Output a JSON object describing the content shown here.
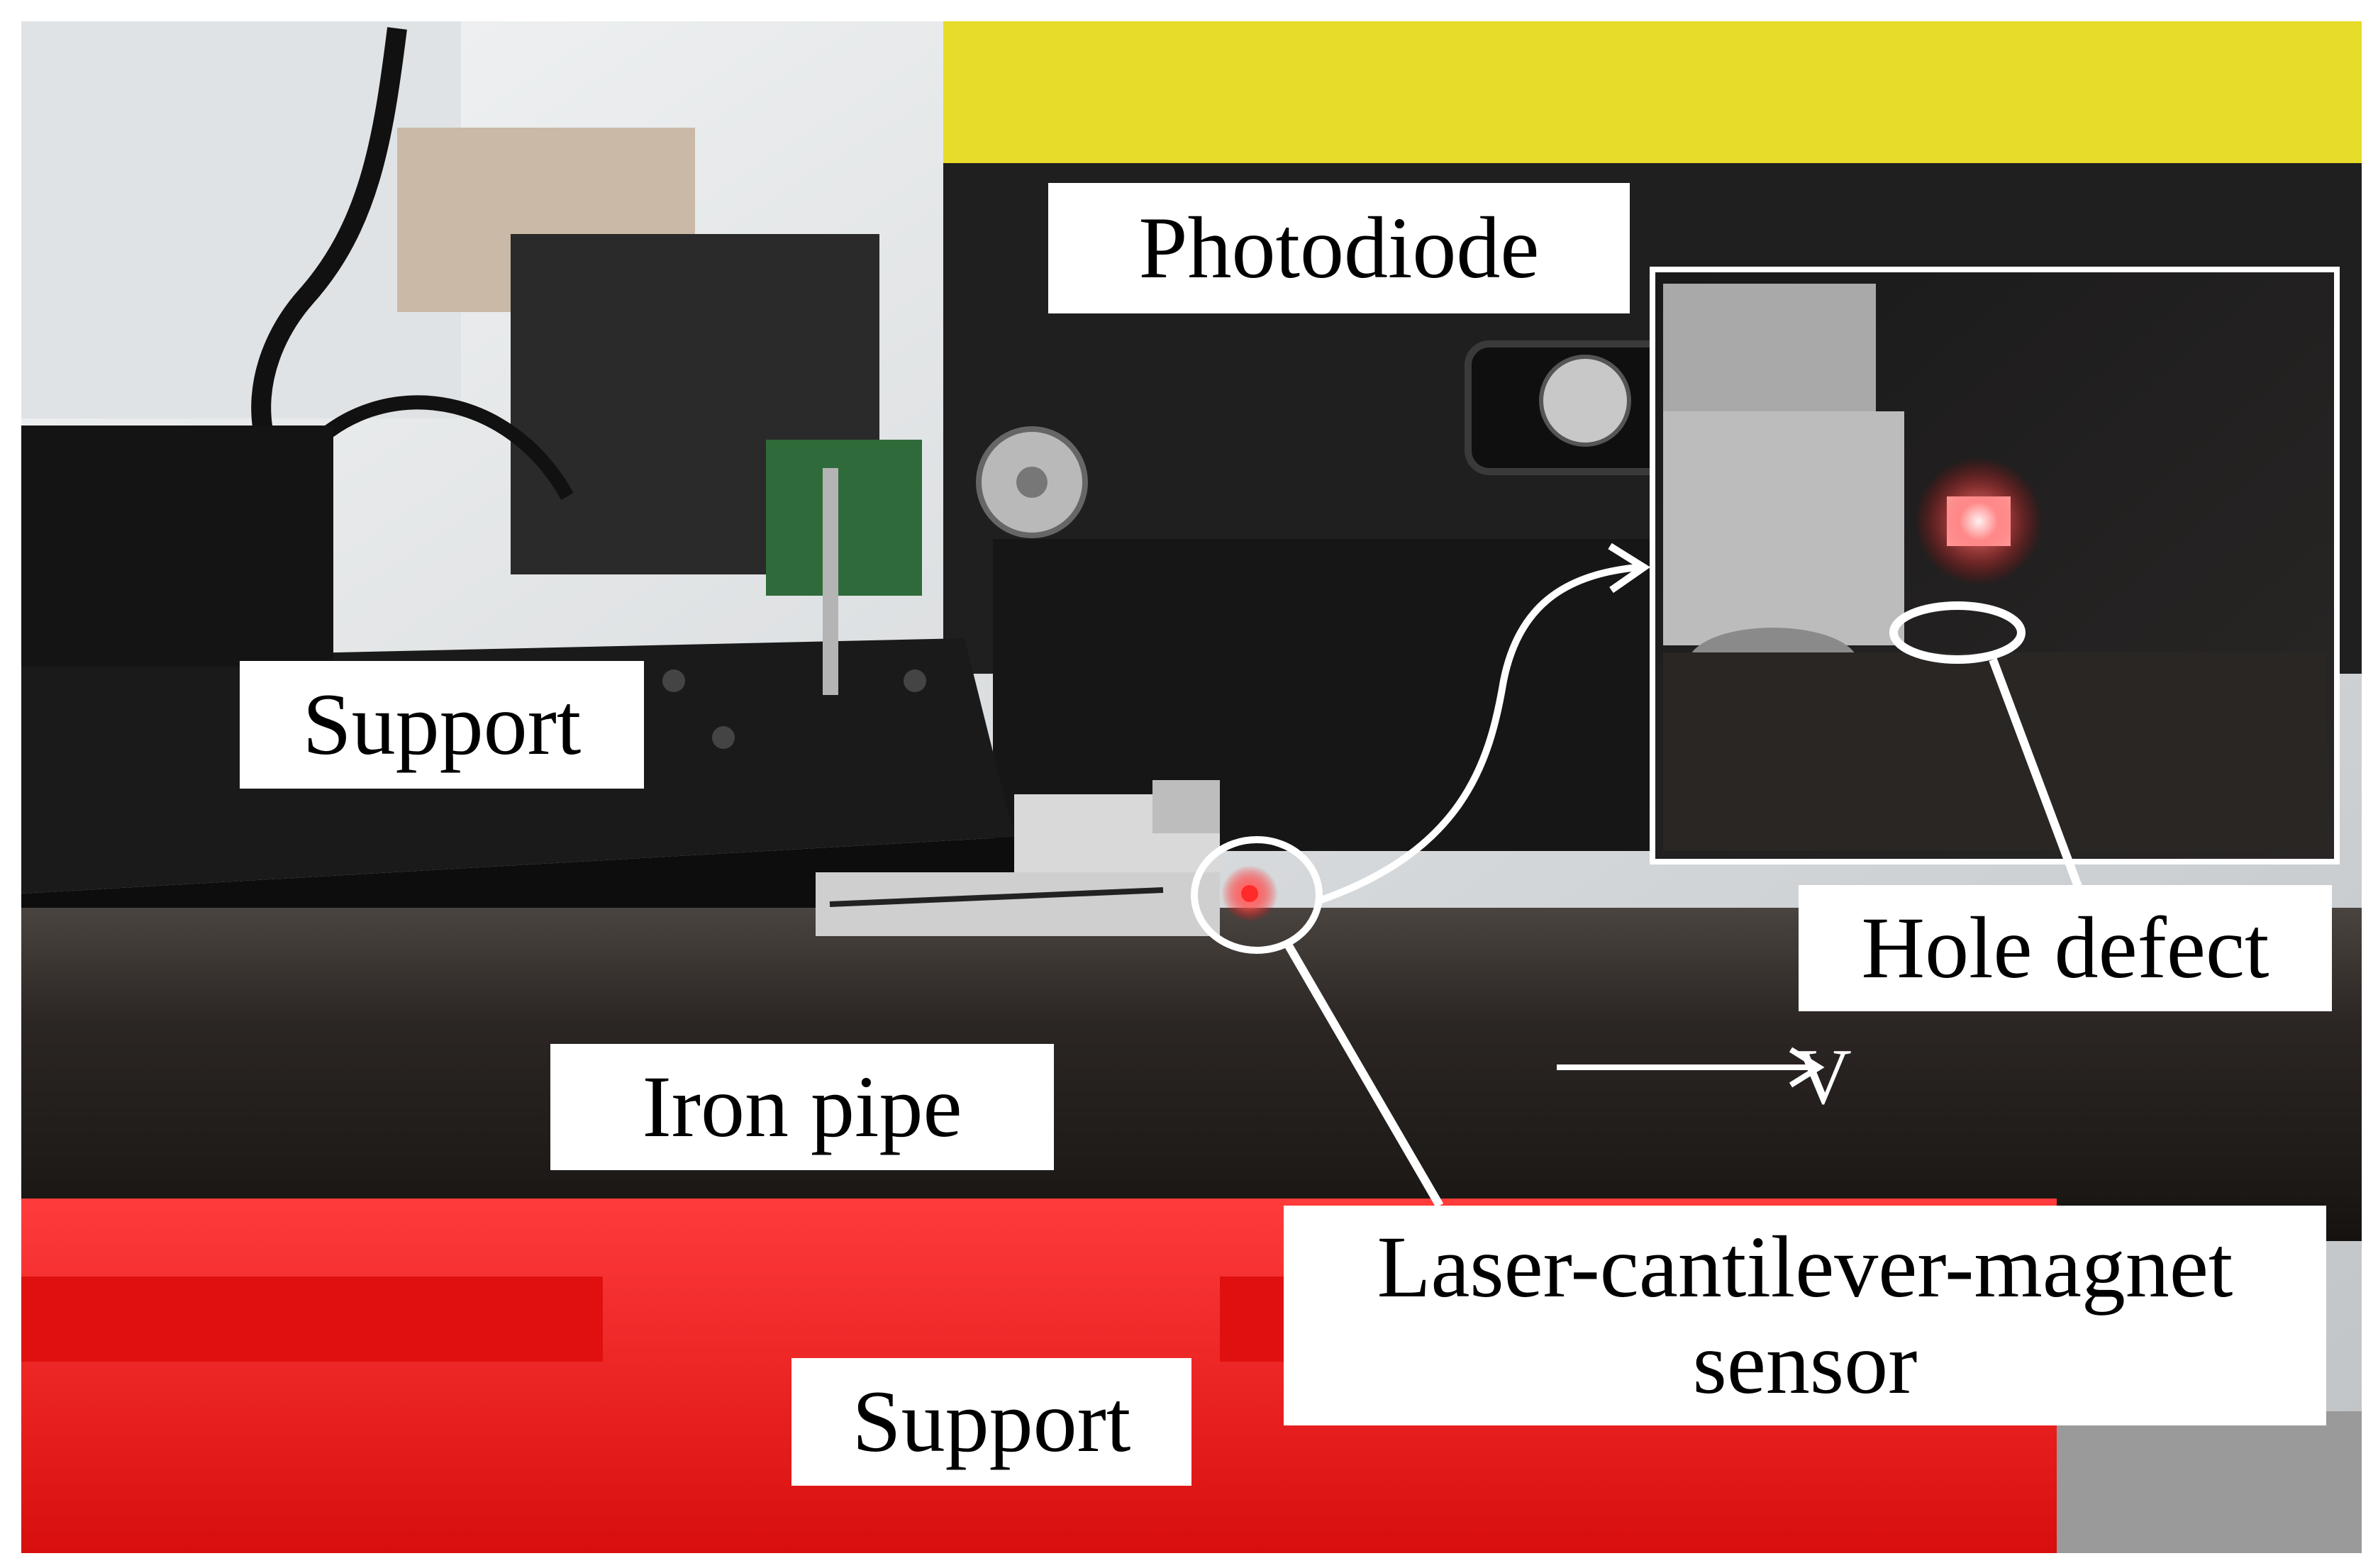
{
  "labels": {
    "photodiode": "Photodiode",
    "support_top": "Support",
    "iron_pipe": "Iron pipe",
    "hole_defect": "Hole defect",
    "sensor_line1": "Laser-cantilever-magnet",
    "sensor_line2": "sensor",
    "support_bottom": "Support",
    "velocity": "V"
  },
  "colors": {
    "background_lab": "#e6e8ea",
    "photodiode_housing_yellow": "#e8dc2a",
    "photodiode_body": "#1c1c1c",
    "support_plate": "#1a1a1a",
    "iron_pipe": "#2e2a27",
    "red_support": "#f01a1a",
    "laser_spot": "#ff2a2a",
    "annotation": "#ffffff"
  }
}
